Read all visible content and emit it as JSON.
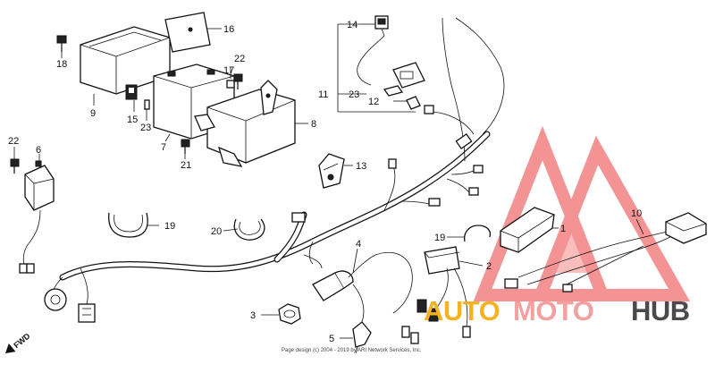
{
  "diagram": {
    "callouts": [
      {
        "id": "c16",
        "text": "16"
      },
      {
        "id": "c18",
        "text": "18"
      },
      {
        "id": "c9",
        "text": "9"
      },
      {
        "id": "c22a",
        "text": "22"
      },
      {
        "id": "c17",
        "text": "17"
      },
      {
        "id": "c15",
        "text": "15"
      },
      {
        "id": "c23a",
        "text": "23"
      },
      {
        "id": "c7",
        "text": "7"
      },
      {
        "id": "c21",
        "text": "21"
      },
      {
        "id": "c8",
        "text": "8"
      },
      {
        "id": "c14",
        "text": "14"
      },
      {
        "id": "c11",
        "text": "11"
      },
      {
        "id": "c23b",
        "text": "23"
      },
      {
        "id": "c12",
        "text": "12"
      },
      {
        "id": "c13",
        "text": "13"
      },
      {
        "id": "c22b",
        "text": "22"
      },
      {
        "id": "c6",
        "text": "6"
      },
      {
        "id": "c19a",
        "text": "19"
      },
      {
        "id": "c20",
        "text": "20"
      },
      {
        "id": "c4",
        "text": "4"
      },
      {
        "id": "c19b",
        "text": "19"
      },
      {
        "id": "c1",
        "text": "1"
      },
      {
        "id": "c2",
        "text": "2"
      },
      {
        "id": "c10",
        "text": "10"
      },
      {
        "id": "c3",
        "text": "3"
      },
      {
        "id": "c5",
        "text": "5"
      }
    ],
    "fwd_label": "FWD",
    "copyright": "Page design (c) 2004 - 2019 by ARI Network Services, Inc."
  },
  "watermark": {
    "word_auto": "AUTO",
    "word_moto": "MOTO",
    "word_hub": "HUB",
    "colors": {
      "auto": "#f5b324",
      "moto": "#f2a0a0",
      "hub": "#4a4a4a",
      "triangle": "#f07070"
    }
  }
}
